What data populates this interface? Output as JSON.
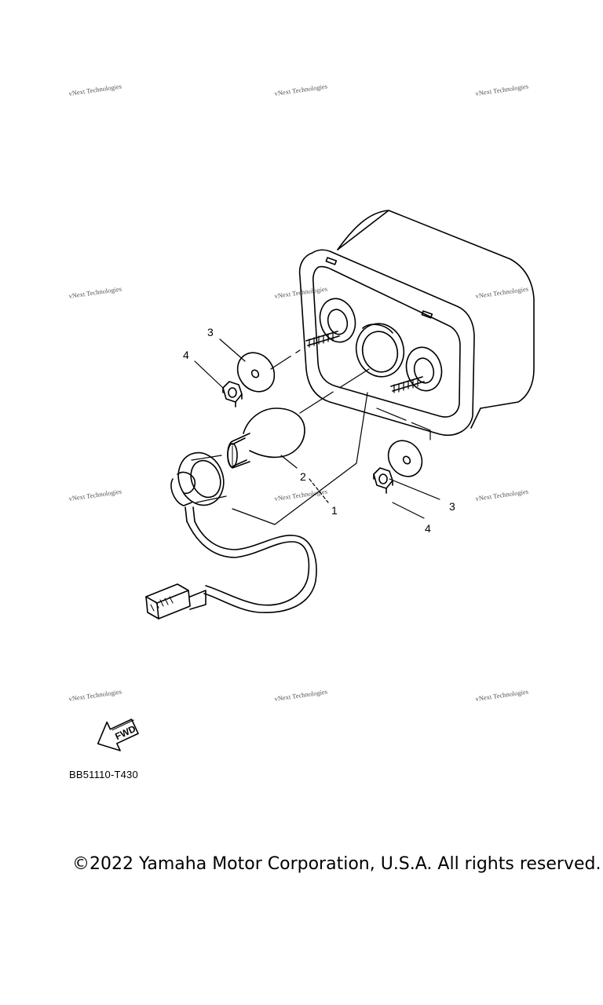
{
  "watermark": {
    "text": "vNext Technologies"
  },
  "callouts": {
    "c1": "1",
    "c2": "2",
    "c3a": "3",
    "c3b": "3",
    "c4a": "4",
    "c4b": "4"
  },
  "fwd_arrow": {
    "label": "FWD"
  },
  "part_code": "BB51110-T430",
  "copyright": "©2022 Yamaha Motor Corporation, U.S.A. All rights reserved."
}
